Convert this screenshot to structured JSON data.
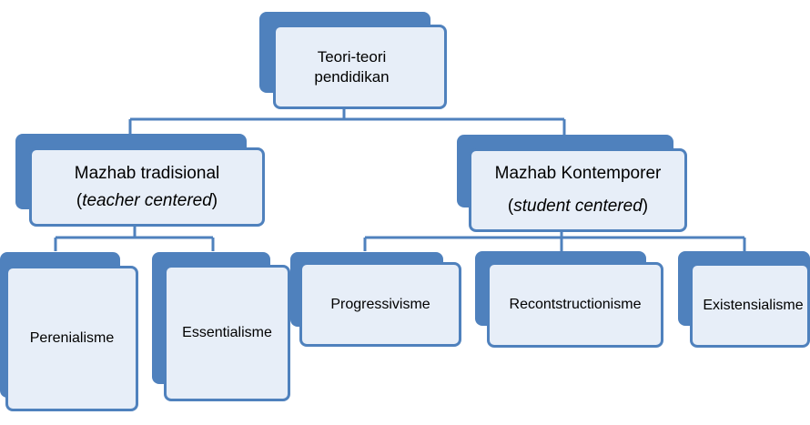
{
  "colors": {
    "accent": "#4f81bd",
    "fill": "#e7eef8",
    "text": "#000000"
  },
  "root": {
    "line1": "Teori-teori",
    "line2": "pendidikan"
  },
  "traditional": {
    "title": "Mazhab tradisional",
    "open": "(",
    "focus": "teacher centered",
    "close": ")"
  },
  "contemporary": {
    "title": "Mazhab Kontemporer",
    "open": "(",
    "focus": "student centered",
    "close": ")"
  },
  "traditional_children": [
    "Perenialisme",
    "Essentialisme"
  ],
  "contemporary_children": [
    "Progressivisme",
    "Recontstructionisme",
    "Existensialisme"
  ]
}
